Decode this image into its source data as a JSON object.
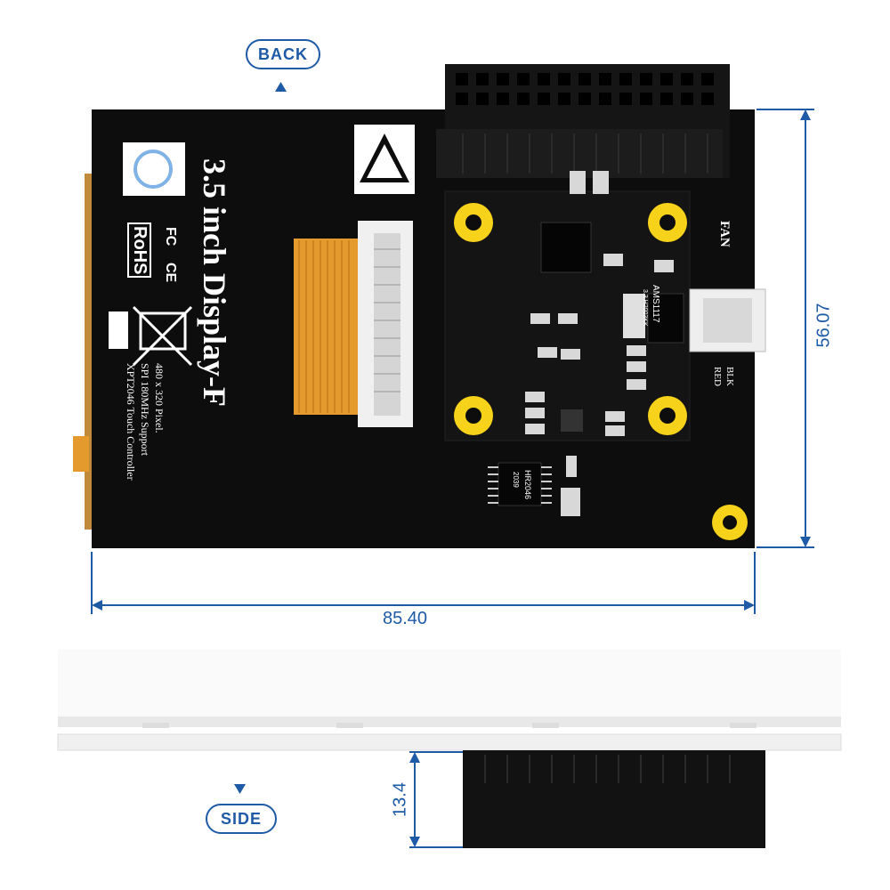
{
  "labels": {
    "back": "BACK",
    "side": "SIDE"
  },
  "dimensions": {
    "width": "85.40",
    "height": "56.07",
    "depth": "13.4"
  },
  "board": {
    "title": "3.5 inch Display-F",
    "spec_lines": [
      "480 x 320 Pixel.",
      "SPI 180MHz Support",
      "XPT2046 Touch Controller"
    ],
    "fan_label": "FAN",
    "blk_label": "BLK",
    "red_label": "RED",
    "ic_ams_label": "AMS1117",
    "ic_ams_sub": "3.3 H2003KK",
    "ic_touch_label": "HR2046",
    "ic_touch_sub": "2039",
    "rohs_label": "RoHS",
    "fc_label": "FC",
    "ce_label": "CE"
  },
  "colors": {
    "accent": "#1e5aa6",
    "pcb": "#0d0d0d",
    "standoff": "#f7d21a",
    "ribbon": "#e59a2e"
  },
  "icons": [
    "arrow-up-icon",
    "arrow-down-icon",
    "esd-warning-icon",
    "weee-bin-icon",
    "ul-logo"
  ]
}
